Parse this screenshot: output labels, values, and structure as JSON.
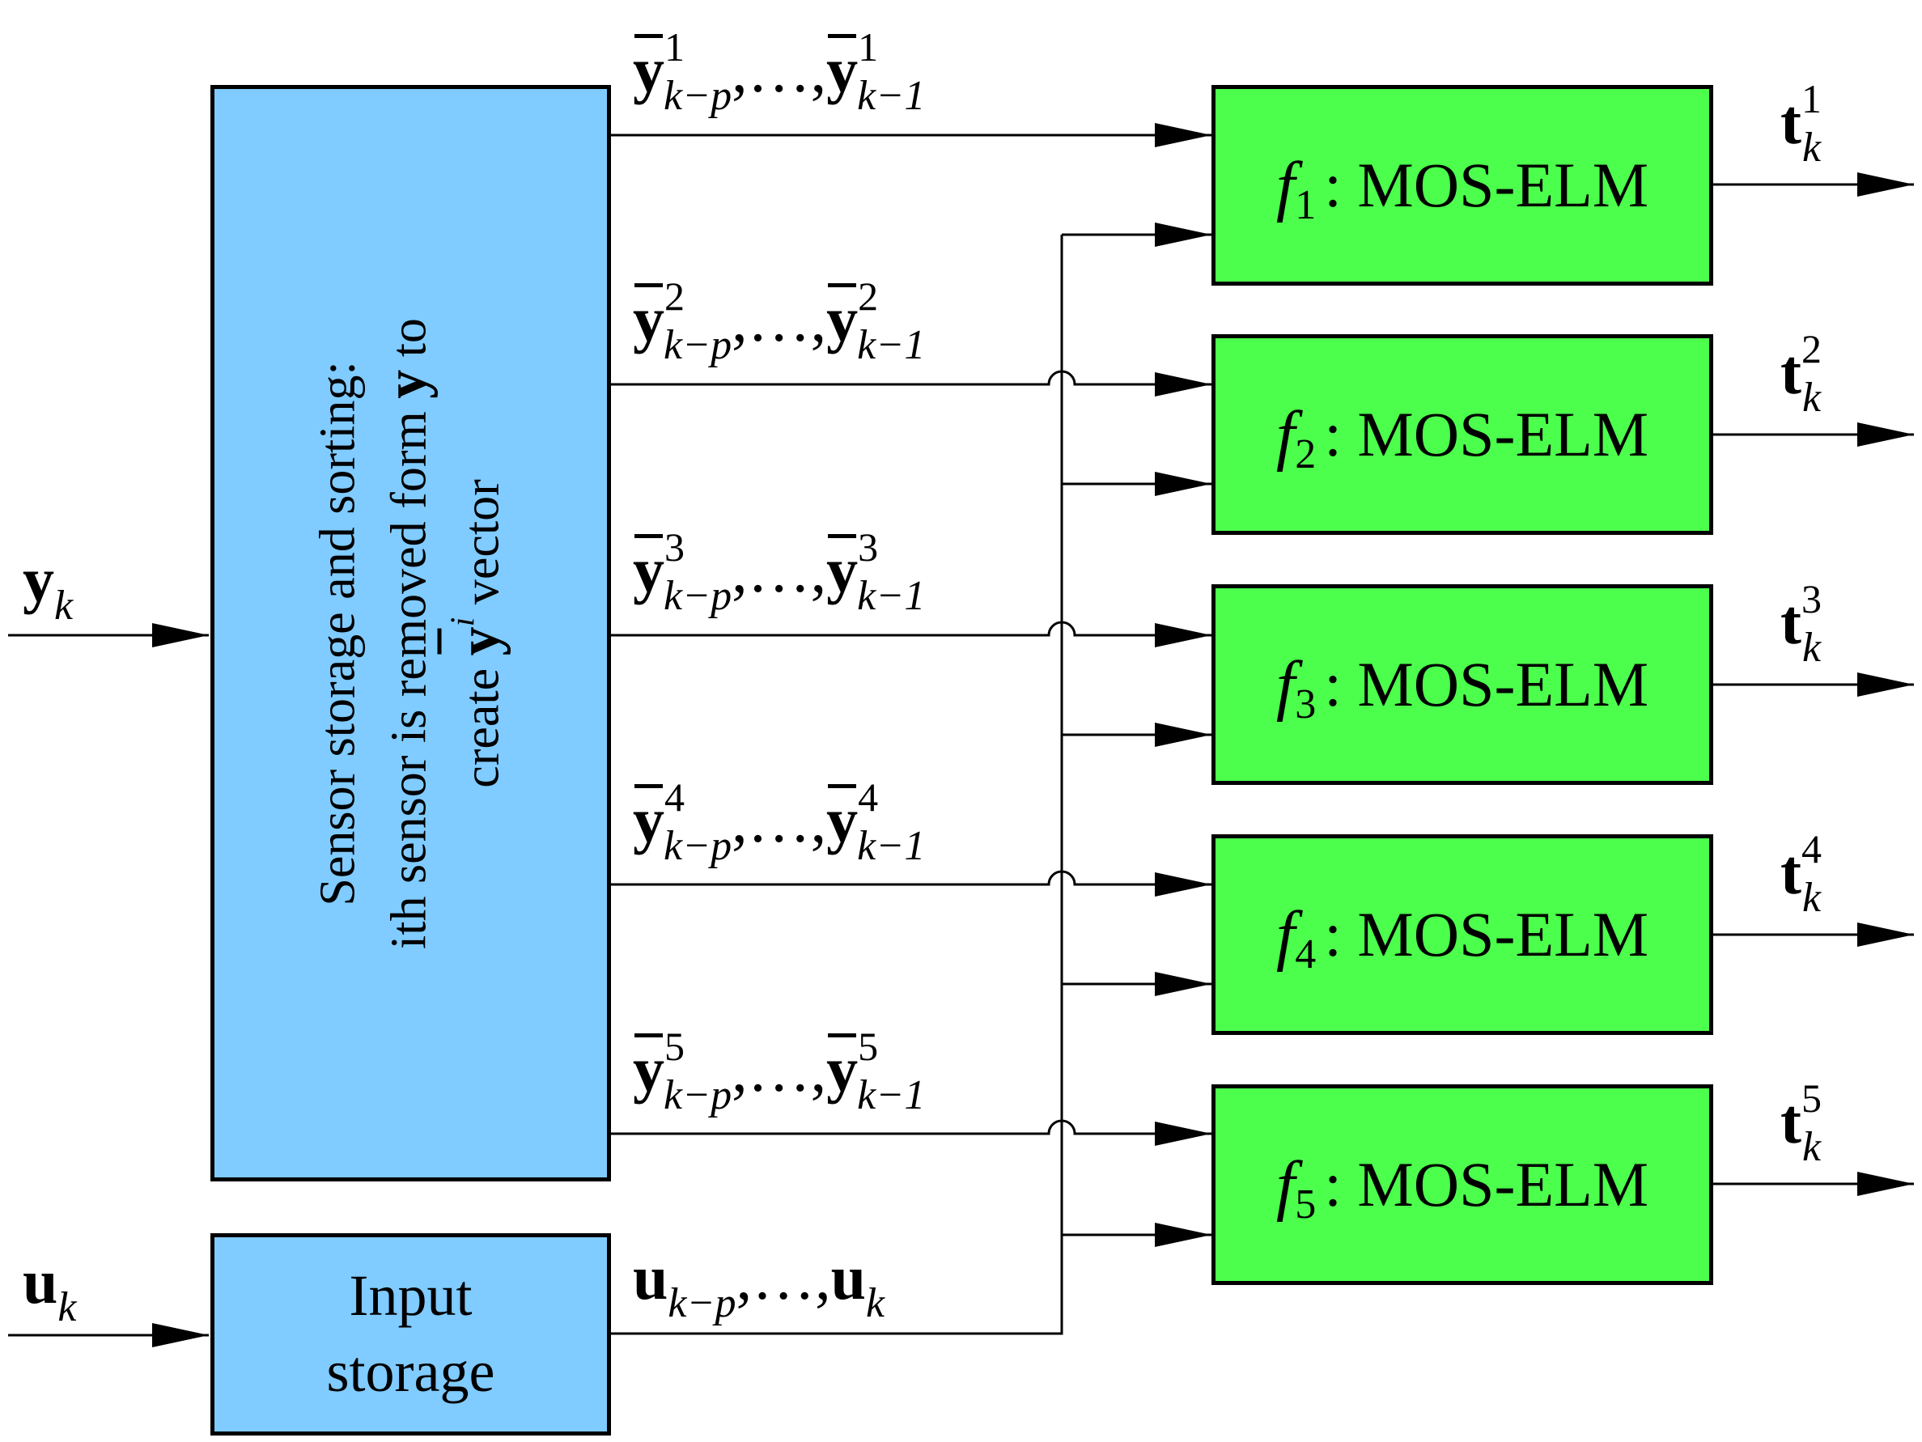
{
  "sensor_block": {
    "line1": "Sensor storage and sorting:",
    "line2_a": "ith sensor is removed form ",
    "line2_y": "y",
    "line2_b": " to",
    "line3_a": "create ",
    "line3_y": "y",
    "line3_i": "i",
    "line3_b": " vector"
  },
  "input_block": {
    "line1": "Input",
    "line2": "storage"
  },
  "inputs": {
    "y": {
      "sym": "y",
      "sub": "k"
    },
    "u": {
      "sym": "u",
      "sub": "k"
    }
  },
  "connections": [
    {
      "sup": "1",
      "from_sub": "k−p",
      "dots": ",…,",
      "to_sub": "k−1"
    },
    {
      "sup": "2",
      "from_sub": "k−p",
      "dots": ",…,",
      "to_sub": "k−1"
    },
    {
      "sup": "3",
      "from_sub": "k−p",
      "dots": ",…,",
      "to_sub": "k−1"
    },
    {
      "sup": "4",
      "from_sub": "k−p",
      "dots": ",…,",
      "to_sub": "k−1"
    },
    {
      "sup": "5",
      "from_sub": "k−p",
      "dots": ",…,",
      "to_sub": "k−1"
    }
  ],
  "u_connection": {
    "sym": "u",
    "from_sub": "k−p",
    "dots": ",…,",
    "to_sub": "k"
  },
  "models": [
    {
      "fn": "f",
      "index": "1",
      "label": ": MOS-ELM"
    },
    {
      "fn": "f",
      "index": "2",
      "label": ": MOS-ELM"
    },
    {
      "fn": "f",
      "index": "3",
      "label": ": MOS-ELM"
    },
    {
      "fn": "f",
      "index": "4",
      "label": ": MOS-ELM"
    },
    {
      "fn": "f",
      "index": "5",
      "label": ": MOS-ELM"
    }
  ],
  "outputs": [
    {
      "sym": "t",
      "sub": "k",
      "sup": "1"
    },
    {
      "sym": "t",
      "sub": "k",
      "sup": "2"
    },
    {
      "sym": "t",
      "sub": "k",
      "sup": "3"
    },
    {
      "sym": "t",
      "sub": "k",
      "sup": "4"
    },
    {
      "sym": "t",
      "sub": "k",
      "sup": "5"
    }
  ]
}
